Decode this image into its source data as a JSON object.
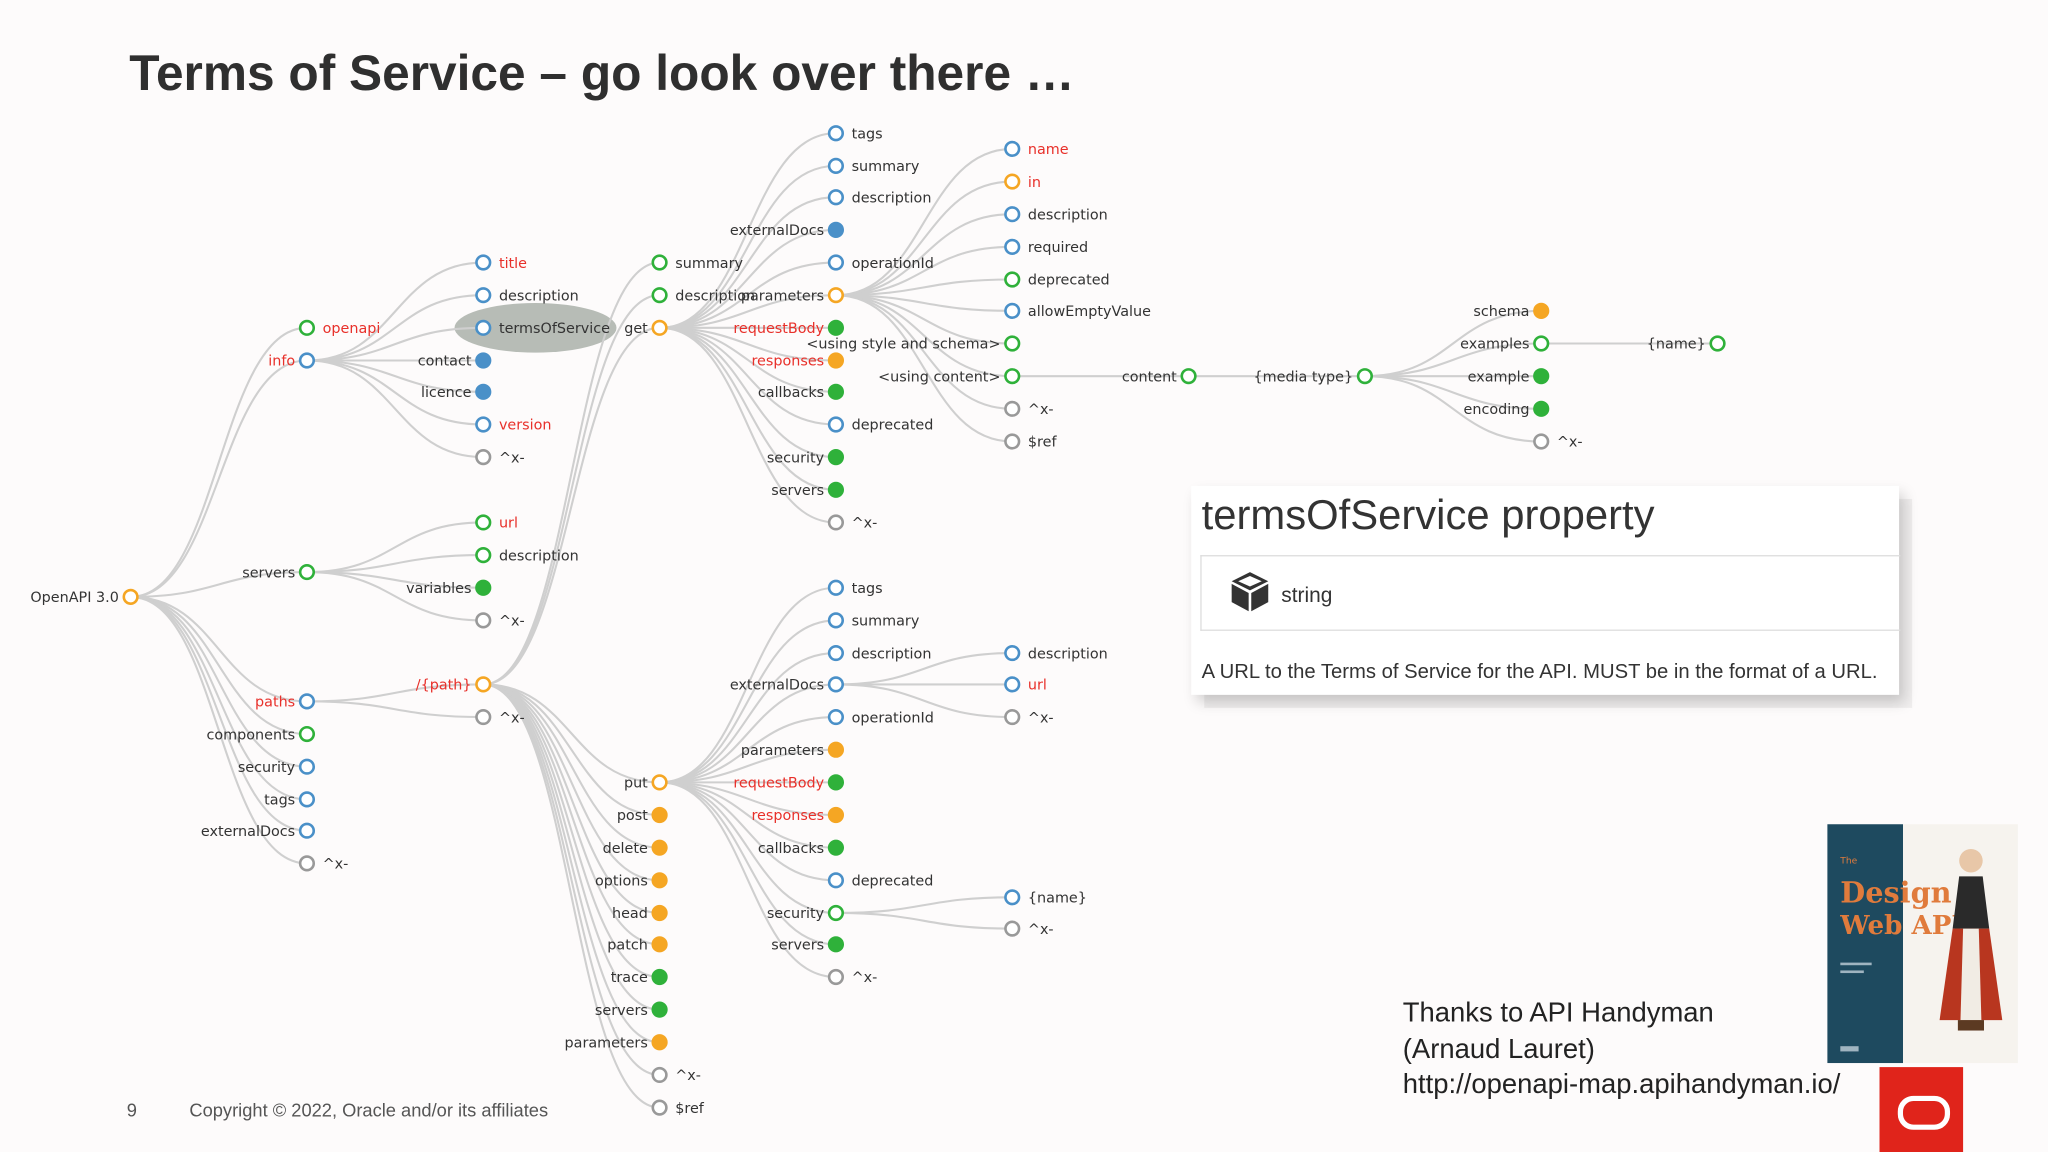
{
  "slide": {
    "title": "Terms of Service – go look over there …",
    "page_number": "9",
    "copyright": "Copyright © 2022, Oracle and/or its affiliates",
    "thanks_lines": [
      "Thanks to API Handyman",
      "(Arnaud Lauret)",
      "http://openapi-map.apihandyman.io/"
    ]
  },
  "property_card": {
    "title": "termsOfService property",
    "type_icon": "cube-icon",
    "type": "string",
    "description": "A URL to the Terms of Service for the API. MUST be in the format of a URL."
  },
  "book_cover": {
    "title_line1": "Design",
    "title_line2": "Web APIs",
    "prefix": "The"
  },
  "colors": {
    "required_text": "#e8302a",
    "node_orange": "#f5a623",
    "node_green": "#2fb13a",
    "node_blue": "#4a90c8",
    "node_empty": "#999999",
    "highlight": "#b7bcb6",
    "oracle_red": "#e0241b"
  },
  "tree": {
    "root": "OpenAPI 3.0",
    "highlighted_node": "termsOfService",
    "nodes": [
      {
        "id": "root",
        "label": "OpenAPI 3.0",
        "kind": "orange"
      },
      {
        "id": "openapi",
        "label": "openapi",
        "parent": "root",
        "kind": "green",
        "required": true
      },
      {
        "id": "info",
        "label": "info",
        "parent": "root",
        "kind": "blue",
        "required": true
      },
      {
        "id": "servers",
        "label": "servers",
        "parent": "root",
        "kind": "green"
      },
      {
        "id": "paths",
        "label": "paths",
        "parent": "root",
        "kind": "blue",
        "required": true
      },
      {
        "id": "components",
        "label": "components",
        "parent": "root",
        "kind": "green"
      },
      {
        "id": "security",
        "label": "security",
        "parent": "root",
        "kind": "blue"
      },
      {
        "id": "tags",
        "label": "tags",
        "parent": "root",
        "kind": "blue"
      },
      {
        "id": "externalDocs",
        "label": "externalDocs",
        "parent": "root",
        "kind": "blue"
      },
      {
        "id": "rootx",
        "label": "^x-",
        "parent": "root",
        "kind": "empty"
      },
      {
        "id": "i_title",
        "label": "title",
        "parent": "info",
        "kind": "blue",
        "required": true
      },
      {
        "id": "i_desc",
        "label": "description",
        "parent": "info",
        "kind": "blue"
      },
      {
        "id": "i_tos",
        "label": "termsOfService",
        "parent": "info",
        "kind": "blue"
      },
      {
        "id": "i_contact",
        "label": "contact",
        "parent": "info",
        "kind": "bluefill"
      },
      {
        "id": "i_licence",
        "label": "licence",
        "parent": "info",
        "kind": "bluefill"
      },
      {
        "id": "i_version",
        "label": "version",
        "parent": "info",
        "kind": "blue",
        "required": true
      },
      {
        "id": "i_x",
        "label": "^x-",
        "parent": "info",
        "kind": "empty"
      },
      {
        "id": "s_url",
        "label": "url",
        "parent": "servers",
        "kind": "green",
        "required": true
      },
      {
        "id": "s_desc",
        "label": "description",
        "parent": "servers",
        "kind": "green"
      },
      {
        "id": "s_vars",
        "label": "variables",
        "parent": "servers",
        "kind": "greenfill"
      },
      {
        "id": "s_x",
        "label": "^x-",
        "parent": "servers",
        "kind": "empty"
      },
      {
        "id": "path",
        "label": "/{path}",
        "parent": "paths",
        "kind": "orange",
        "required": true
      },
      {
        "id": "p_x",
        "label": "^x-",
        "parent": "paths",
        "kind": "empty"
      },
      {
        "id": "pi_summary",
        "label": "summary",
        "parent": "path",
        "kind": "green"
      },
      {
        "id": "pi_desc",
        "label": "description",
        "parent": "path",
        "kind": "green"
      },
      {
        "id": "get",
        "label": "get",
        "parent": "path",
        "kind": "orange"
      },
      {
        "id": "put",
        "label": "put",
        "parent": "path",
        "kind": "orange"
      },
      {
        "id": "post",
        "label": "post",
        "parent": "path",
        "kind": "orangefill"
      },
      {
        "id": "delete",
        "label": "delete",
        "parent": "path",
        "kind": "orangefill"
      },
      {
        "id": "options",
        "label": "options",
        "parent": "path",
        "kind": "orangefill"
      },
      {
        "id": "head",
        "label": "head",
        "parent": "path",
        "kind": "orangefill"
      },
      {
        "id": "patch",
        "label": "patch",
        "parent": "path",
        "kind": "orangefill"
      },
      {
        "id": "trace",
        "label": "trace",
        "parent": "path",
        "kind": "greenfill"
      },
      {
        "id": "pi_servers",
        "label": "servers",
        "parent": "path",
        "kind": "greenfill"
      },
      {
        "id": "pi_params",
        "label": "parameters",
        "parent": "path",
        "kind": "orangefill"
      },
      {
        "id": "pi_x",
        "label": "^x-",
        "parent": "path",
        "kind": "empty"
      },
      {
        "id": "pi_ref",
        "label": "$ref",
        "parent": "path",
        "kind": "empty"
      },
      {
        "id": "g_tags",
        "label": "tags",
        "parent": "get",
        "kind": "blue"
      },
      {
        "id": "g_summary",
        "label": "summary",
        "parent": "get",
        "kind": "blue"
      },
      {
        "id": "g_desc",
        "label": "description",
        "parent": "get",
        "kind": "blue"
      },
      {
        "id": "g_ext",
        "label": "externalDocs",
        "parent": "get",
        "kind": "bluefill"
      },
      {
        "id": "g_opid",
        "label": "operationId",
        "parent": "get",
        "kind": "blue"
      },
      {
        "id": "g_params",
        "label": "parameters",
        "parent": "get",
        "kind": "orange"
      },
      {
        "id": "g_body",
        "label": "requestBody",
        "parent": "get",
        "kind": "greenfill",
        "required": true
      },
      {
        "id": "g_resp",
        "label": "responses",
        "parent": "get",
        "kind": "orangefill",
        "required": true
      },
      {
        "id": "g_cb",
        "label": "callbacks",
        "parent": "get",
        "kind": "greenfill"
      },
      {
        "id": "g_depr",
        "label": "deprecated",
        "parent": "get",
        "kind": "blue"
      },
      {
        "id": "g_sec",
        "label": "security",
        "parent": "get",
        "kind": "greenfill"
      },
      {
        "id": "g_srv",
        "label": "servers",
        "parent": "get",
        "kind": "greenfill"
      },
      {
        "id": "g_x",
        "label": "^x-",
        "parent": "get",
        "kind": "empty"
      },
      {
        "id": "pa_name",
        "label": "name",
        "parent": "g_params",
        "kind": "blue",
        "required": true
      },
      {
        "id": "pa_in",
        "label": "in",
        "parent": "g_params",
        "kind": "orangeempty",
        "required": true
      },
      {
        "id": "pa_desc",
        "label": "description",
        "parent": "g_params",
        "kind": "blue"
      },
      {
        "id": "pa_req",
        "label": "required",
        "parent": "g_params",
        "kind": "blue"
      },
      {
        "id": "pa_depr",
        "label": "deprecated",
        "parent": "g_params",
        "kind": "green"
      },
      {
        "id": "pa_allow",
        "label": "allowEmptyValue",
        "parent": "g_params",
        "kind": "blue"
      },
      {
        "id": "pa_style",
        "label": "<using style and schema>",
        "parent": "g_params",
        "kind": "green"
      },
      {
        "id": "pa_content",
        "label": "<using content>",
        "parent": "g_params",
        "kind": "green"
      },
      {
        "id": "pa_x",
        "label": "^x-",
        "parent": "g_params",
        "kind": "empty"
      },
      {
        "id": "pa_ref",
        "label": "$ref",
        "parent": "g_params",
        "kind": "empty"
      },
      {
        "id": "content",
        "label": "content",
        "parent": "pa_content",
        "kind": "green"
      },
      {
        "id": "media",
        "label": "{media type}",
        "parent": "content",
        "kind": "green"
      },
      {
        "id": "m_schema",
        "label": "schema",
        "parent": "media",
        "kind": "orangefill"
      },
      {
        "id": "m_examples",
        "label": "examples",
        "parent": "media",
        "kind": "green"
      },
      {
        "id": "m_example",
        "label": "example",
        "parent": "media",
        "kind": "greenfill"
      },
      {
        "id": "m_encoding",
        "label": "encoding",
        "parent": "media",
        "kind": "greenfill"
      },
      {
        "id": "m_x",
        "label": "^x-",
        "parent": "media",
        "kind": "empty"
      },
      {
        "id": "ex_name",
        "label": "{name}",
        "parent": "m_examples",
        "kind": "green"
      },
      {
        "id": "u_tags",
        "label": "tags",
        "parent": "put",
        "kind": "blue"
      },
      {
        "id": "u_summary",
        "label": "summary",
        "parent": "put",
        "kind": "blue"
      },
      {
        "id": "u_desc",
        "label": "description",
        "parent": "put",
        "kind": "blue"
      },
      {
        "id": "u_ext",
        "label": "externalDocs",
        "parent": "put",
        "kind": "blue"
      },
      {
        "id": "u_opid",
        "label": "operationId",
        "parent": "put",
        "kind": "blue"
      },
      {
        "id": "u_params",
        "label": "parameters",
        "parent": "put",
        "kind": "orangefill"
      },
      {
        "id": "u_body",
        "label": "requestBody",
        "parent": "put",
        "kind": "greenfill",
        "required": true
      },
      {
        "id": "u_resp",
        "label": "responses",
        "parent": "put",
        "kind": "orangefill",
        "required": true
      },
      {
        "id": "u_cb",
        "label": "callbacks",
        "parent": "put",
        "kind": "greenfill"
      },
      {
        "id": "u_depr",
        "label": "deprecated",
        "parent": "put",
        "kind": "blue"
      },
      {
        "id": "u_sec",
        "label": "security",
        "parent": "put",
        "kind": "green"
      },
      {
        "id": "u_srv",
        "label": "servers",
        "parent": "put",
        "kind": "greenfill"
      },
      {
        "id": "u_x",
        "label": "^x-",
        "parent": "put",
        "kind": "empty"
      },
      {
        "id": "e_desc",
        "label": "description",
        "parent": "u_ext",
        "kind": "blue"
      },
      {
        "id": "e_url",
        "label": "url",
        "parent": "u_ext",
        "kind": "blue",
        "required": true
      },
      {
        "id": "e_x",
        "label": "^x-",
        "parent": "u_ext",
        "kind": "empty"
      },
      {
        "id": "sec_name",
        "label": "{name}",
        "parent": "u_sec",
        "kind": "blue"
      },
      {
        "id": "sec_x",
        "label": "^x-",
        "parent": "u_sec",
        "kind": "empty"
      }
    ]
  }
}
